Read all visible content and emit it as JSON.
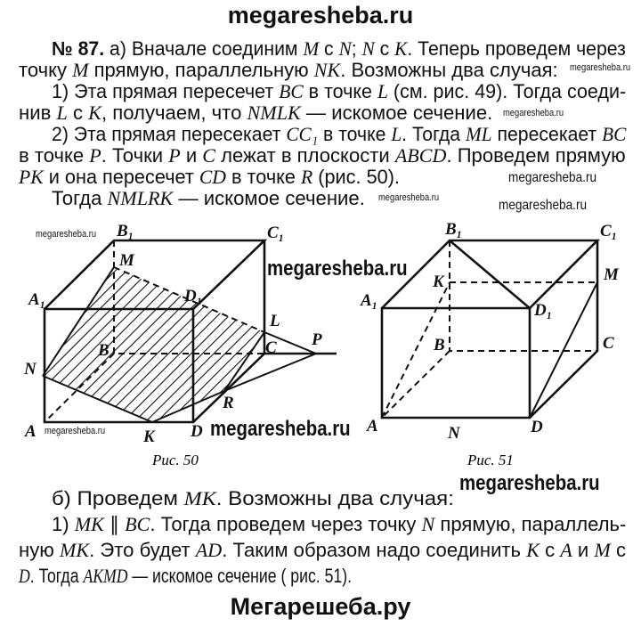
{
  "header_watermark": "megaresheba.ru",
  "paragraphs_top": [
    [
      {
        "t": "№ 87.",
        "b": 1
      },
      {
        "t": " а) Вначале соединим "
      },
      {
        "t": "M",
        "i": 1
      },
      {
        "t": " с "
      },
      {
        "t": "N",
        "i": 1
      },
      {
        "t": "; "
      },
      {
        "t": "N",
        "i": 1
      },
      {
        "t": " с "
      },
      {
        "t": "K",
        "i": 1
      },
      {
        "t": ". Теперь проведем через"
      }
    ],
    [
      {
        "t": "точку "
      },
      {
        "t": "M",
        "i": 1
      },
      {
        "t": " прямую, параллельную "
      },
      {
        "t": "NK",
        "i": 1
      },
      {
        "t": ". Возможны два случая:"
      }
    ],
    [
      {
        "t": "1) Эта прямая пересечет "
      },
      {
        "t": "BC",
        "i": 1
      },
      {
        "t": " в точке "
      },
      {
        "t": "L",
        "i": 1
      },
      {
        "t": " (см. рис. 49). Тогда соеди-"
      }
    ],
    [
      {
        "t": "нив "
      },
      {
        "t": "L",
        "i": 1
      },
      {
        "t": " с "
      },
      {
        "t": "K",
        "i": 1
      },
      {
        "t": ", получаем, что "
      },
      {
        "t": "NMLK",
        "i": 1
      },
      {
        "t": " — искомое сечение."
      }
    ],
    [
      {
        "t": "2) Эта прямая пересекает "
      },
      {
        "t": "CC₁",
        "i": 1
      },
      {
        "t": " в точке "
      },
      {
        "t": "L",
        "i": 1
      },
      {
        "t": ". Тогда "
      },
      {
        "t": "ML",
        "i": 1
      },
      {
        "t": " пересекает "
      },
      {
        "t": "BC",
        "i": 1
      }
    ],
    [
      {
        "t": "в точке "
      },
      {
        "t": "P",
        "i": 1
      },
      {
        "t": ". Точки "
      },
      {
        "t": "P",
        "i": 1
      },
      {
        "t": " и "
      },
      {
        "t": "C",
        "i": 1
      },
      {
        "t": " лежат в плоскости "
      },
      {
        "t": "ABCD",
        "i": 1
      },
      {
        "t": ". Проведем прямую"
      }
    ],
    [
      {
        "t": "PK",
        "i": 1
      },
      {
        "t": " и она пересечет "
      },
      {
        "t": "CD",
        "i": 1
      },
      {
        "t": " в точке "
      },
      {
        "t": "R",
        "i": 1
      },
      {
        "t": " (рис. 50)."
      }
    ],
    [
      {
        "t": "Тогда "
      },
      {
        "t": "NMLRK",
        "i": 1
      },
      {
        "t": " — искомое сечение."
      }
    ]
  ],
  "paragraphs_bottom": [
    [
      {
        "t": "б) Проведем "
      },
      {
        "t": "MK",
        "i": 1
      },
      {
        "t": ". Возможны два случая:"
      }
    ],
    [
      {
        "t": "1) "
      },
      {
        "t": "MK",
        "i": 1
      },
      {
        "t": " ∥ "
      },
      {
        "t": "BC",
        "i": 1
      },
      {
        "t": ". Тогда проведем через точку "
      },
      {
        "t": "N",
        "i": 1
      },
      {
        "t": " прямую, параллель-"
      }
    ],
    [
      {
        "t": "ную "
      },
      {
        "t": "MK",
        "i": 1
      },
      {
        "t": ". Это будет "
      },
      {
        "t": "AD",
        "i": 1
      },
      {
        "t": ". Таким образом надо соединить "
      },
      {
        "t": "K",
        "i": 1
      },
      {
        "t": " с "
      },
      {
        "t": "A",
        "i": 1
      },
      {
        "t": " и "
      },
      {
        "t": "M",
        "i": 1
      },
      {
        "t": " с"
      }
    ],
    [
      {
        "t": "D",
        "i": 1
      },
      {
        "t": ". Тогда "
      },
      {
        "t": "AKMD",
        "i": 1
      },
      {
        "t": " — искомое сечение ( рис. 51)."
      }
    ]
  ],
  "watermarks": {
    "small_1": "megaresheba.ru",
    "small_2": "megaresheba.ru",
    "small_3": "megaresheba.ru",
    "small_4": "megaresheba.ru",
    "medium_1": "megaresheba.ru",
    "medium_2": "megaresheba.ru",
    "big_1": "megaresheba.ru",
    "big_2": "megaresheba.ru",
    "big_3": "megaresheba.ru"
  },
  "figure_50": {
    "caption": "Рис. 50",
    "labels": {
      "B1": "B₁",
      "C1": "C₁",
      "A1": "A₁",
      "D1": "D₁",
      "A": "A",
      "B": "B",
      "C": "C",
      "D": "D",
      "M": "M",
      "N": "N",
      "K": "K",
      "L": "L",
      "P": "P",
      "R": "R"
    }
  },
  "figure_51": {
    "caption": "Рис. 51",
    "labels": {
      "B1": "B₁",
      "C1": "C₁",
      "A1": "A₁",
      "D1": "D₁",
      "A": "A",
      "B": "B",
      "C": "C",
      "D": "D",
      "M": "M",
      "N": "N",
      "K": "K"
    }
  },
  "footer_title": "Мегарешеба.ру"
}
